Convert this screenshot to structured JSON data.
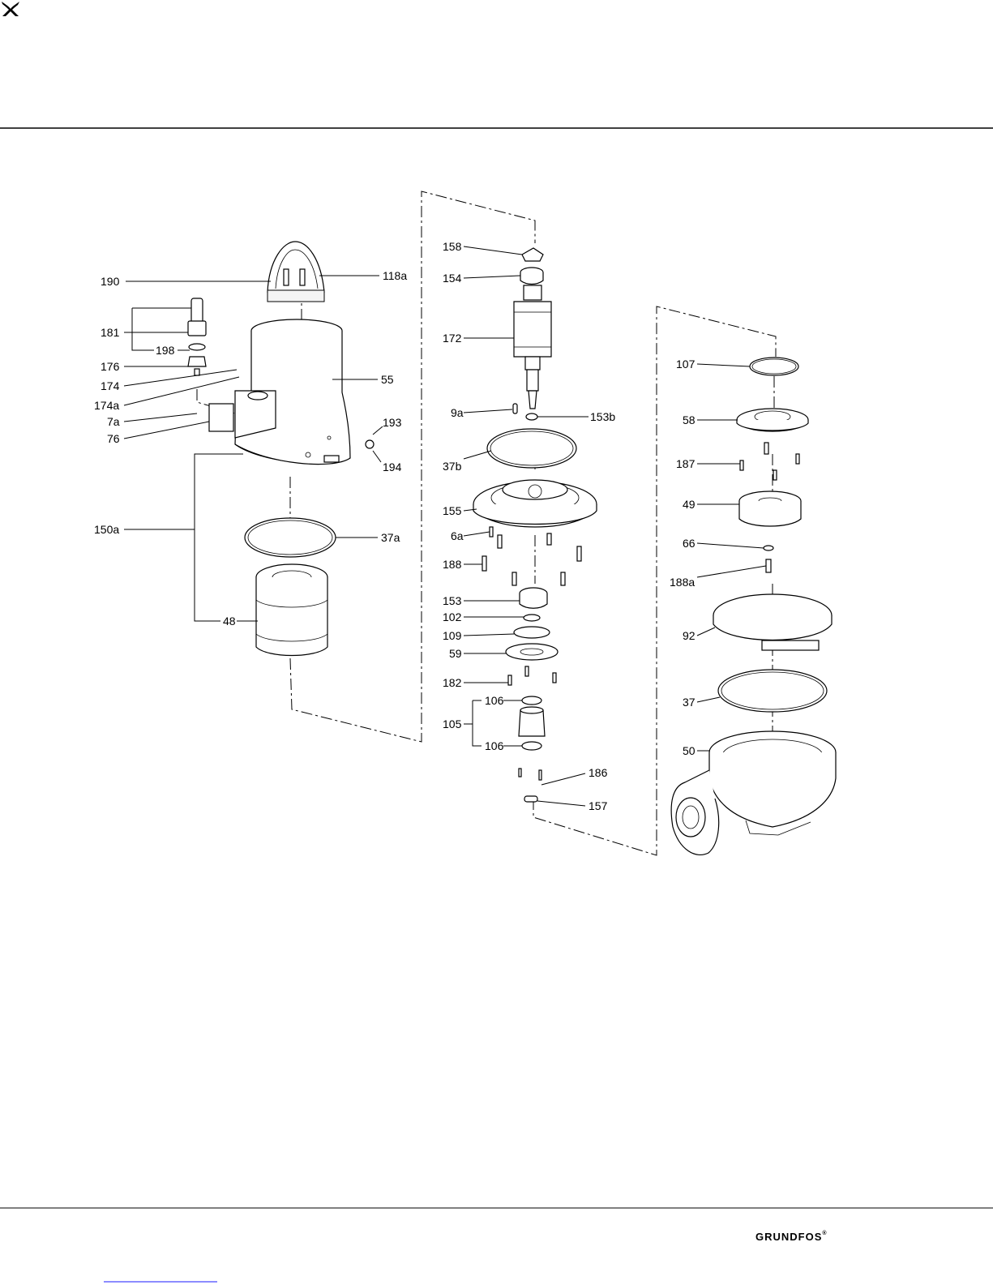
{
  "brand": {
    "name": "GRUNDFOS",
    "reg": "®",
    "logo_icon": "grundfos-x-logo-icon"
  },
  "labels": {
    "p190": "190",
    "p118a": "118a",
    "p181": "181",
    "p198": "198",
    "p176": "176",
    "p174": "174",
    "p174a": "174a",
    "p7a": "7a",
    "p76": "76",
    "p55": "55",
    "p193": "193",
    "p194": "194",
    "p150a": "150a",
    "p37a": "37a",
    "p48": "48",
    "p158": "158",
    "p154": "154",
    "p172": "172",
    "p9a": "9a",
    "p153b": "153b",
    "p37b": "37b",
    "p155": "155",
    "p6a": "6a",
    "p188": "188",
    "p153": "153",
    "p102": "102",
    "p109": "109",
    "p59": "59",
    "p182": "182",
    "p106a": "106",
    "p105": "105",
    "p106b": "106",
    "p186": "186",
    "p157": "157",
    "p107": "107",
    "p58": "58",
    "p187": "187",
    "p49": "49",
    "p66": "66",
    "p188a": "188a",
    "p92": "92",
    "p37": "37",
    "p50": "50"
  },
  "colors": {
    "ink": "#000000",
    "link_underline": "#1a1aff"
  }
}
